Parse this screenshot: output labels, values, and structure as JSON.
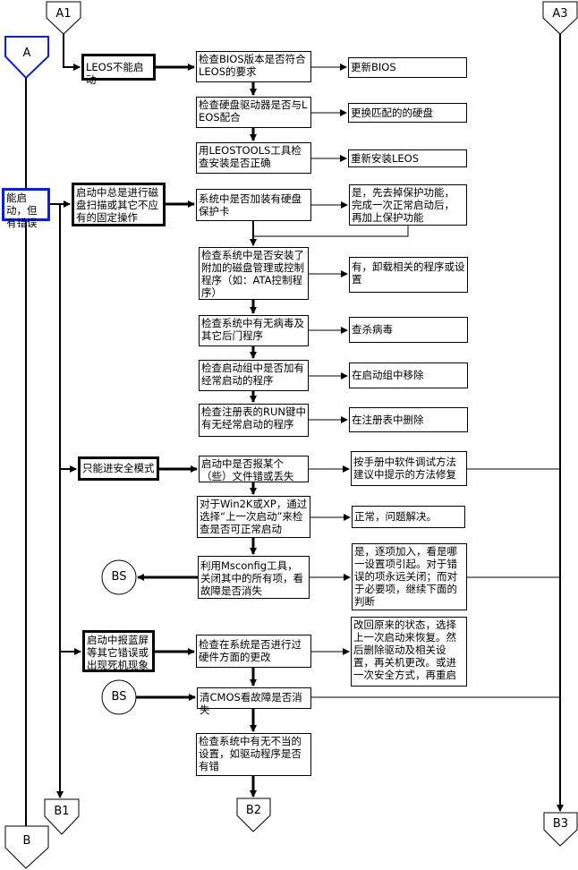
{
  "connectors": {
    "A1": "A1",
    "A": "A",
    "A3": "A3",
    "B": "B",
    "B1": "B1",
    "B2": "B2",
    "B3": "B3",
    "BS1": "BS",
    "BS2": "BS"
  },
  "colors": {
    "line": "#000000",
    "highlight": "#0a1ee6"
  },
  "boxes": {
    "cannot_boot": "LEOS不能启动",
    "check_bios": "检查BIOS版本是否符合LEOS的要求",
    "update_bios": "更新BIOS",
    "check_hdd_driver": "检查硬盘驱动器是否与LEOS配合",
    "replace_hdd": "更换匹配的的硬盘",
    "leostools_check": "用LEOSTOOLS工具检查安装是否正确",
    "reinstall": "重新安装LEOS",
    "boots_with_errors": "能启动，但有错误",
    "disk_scan": "启动中总是进行磁盘扫描或其它不应有的固定操作",
    "protect_card": "系统中是否加装有硬盘保护卡",
    "protect_card_fix": "是，先去掉保护功能，完成一次正常启动后，再加上保护功能",
    "disk_mgmt": "检查系统中是否安装了附加的磁盘管理或控制程序（如：ATA控制程序）",
    "disk_mgmt_fix": "有，卸载相关的程序或设置",
    "virus_check": "检查系统中有无病毒及其它后门程序",
    "virus_fix": "查杀病毒",
    "startup_group": "检查启动组中是否加有经常启动的程序",
    "startup_group_fix": "在启动组中移除",
    "registry_run": "检查注册表的RUN键中有无经常启动的程序",
    "registry_fix": "在注册表中删除",
    "safe_mode_only": "只能进安全模式",
    "file_error": "启动中是否报某个（些）文件错或丢失",
    "file_error_fix": "按手册中软件调试方法建议中提示的方法修复",
    "last_known_good": "对于Win2K或XP，通过选择“上一次启动”来检查是否可正常启动",
    "solved": "正常，问题解决。",
    "msconfig": "利用Msconfig工具，关闭其中的所有项，看故障是否消失",
    "msconfig_fix": "是，逐项加入，看是哪一设置项引起。对于错误的项永远关闭；而对于必要项，继续下面的判断",
    "bluescreen": "启动中报蓝屏等其它错误或出现死机现象",
    "hardware_change": "检查在系统是否进行过硬件方面的更改",
    "hardware_fix": "改回原来的状态，选择上一次启动来恢复。然后删除驱动及相关设置，再关机更改。或进一次安全方式，再重启",
    "clear_cmos": "清CMOS看故障是否消失",
    "improper_settings": "检查系统中有无不当的设置，如驱动程序是否有错"
  }
}
